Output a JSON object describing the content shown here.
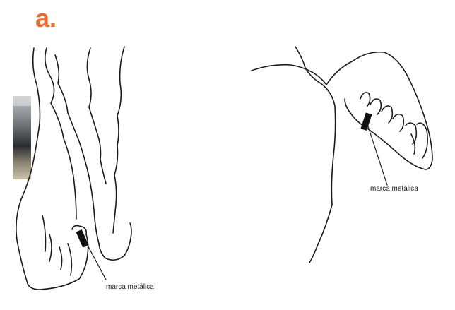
{
  "figure": {
    "panel_label": "a.",
    "left_callout": "marca metálica",
    "right_callout": "marca metálica"
  },
  "colors": {
    "panel_label": "#ee6a2c",
    "line": "#1a1a1a",
    "marker": "#111111"
  }
}
